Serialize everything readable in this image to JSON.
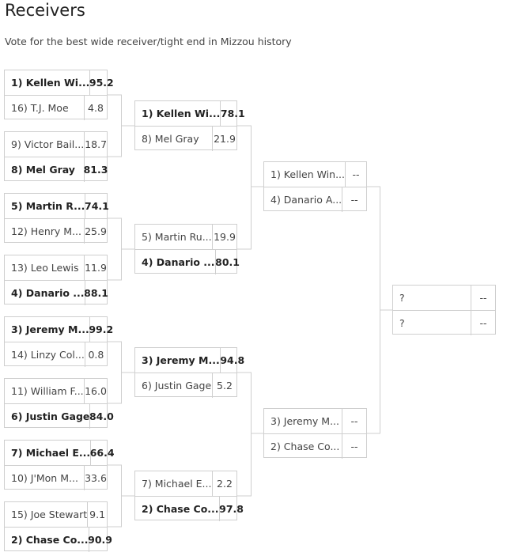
{
  "title": "Receivers",
  "subtitle": "Vote for the best wide receiver/tight end in Mizzou history",
  "colors": {
    "border": "#cfcfcf",
    "connector": "#cfcfcf",
    "text": "#333333"
  },
  "rounds": [
    {
      "matchups": [
        {
          "teams": [
            {
              "label": "1) Kellen Wi...",
              "score": "95.2",
              "winner": true
            },
            {
              "label": "16) T.J. Moe",
              "score": "4.8",
              "winner": false
            }
          ]
        },
        {
          "teams": [
            {
              "label": "9) Victor Bail...",
              "score": "18.7",
              "winner": false
            },
            {
              "label": "8) Mel Gray",
              "score": "81.3",
              "winner": true
            }
          ]
        },
        {
          "teams": [
            {
              "label": "5) Martin R...",
              "score": "74.1",
              "winner": true
            },
            {
              "label": "12) Henry M...",
              "score": "25.9",
              "winner": false
            }
          ]
        },
        {
          "teams": [
            {
              "label": "13) Leo Lewis",
              "score": "11.9",
              "winner": false
            },
            {
              "label": "4) Danario ...",
              "score": "88.1",
              "winner": true
            }
          ]
        },
        {
          "teams": [
            {
              "label": "3) Jeremy M...",
              "score": "99.2",
              "winner": true
            },
            {
              "label": "14) Linzy Col...",
              "score": "0.8",
              "winner": false
            }
          ]
        },
        {
          "teams": [
            {
              "label": "11) William F...",
              "score": "16.0",
              "winner": false
            },
            {
              "label": "6) Justin Gage",
              "score": "84.0",
              "winner": true
            }
          ]
        },
        {
          "teams": [
            {
              "label": "7) Michael E...",
              "score": "66.4",
              "winner": true
            },
            {
              "label": "10) J'Mon M...",
              "score": "33.6",
              "winner": false
            }
          ]
        },
        {
          "teams": [
            {
              "label": "15) Joe Stewart",
              "score": "9.1",
              "winner": false
            },
            {
              "label": "2) Chase Co...",
              "score": "90.9",
              "winner": true
            }
          ]
        }
      ]
    },
    {
      "matchups": [
        {
          "teams": [
            {
              "label": "1) Kellen Wi...",
              "score": "78.1",
              "winner": true
            },
            {
              "label": "8) Mel Gray",
              "score": "21.9",
              "winner": false
            }
          ]
        },
        {
          "teams": [
            {
              "label": "5) Martin Ru...",
              "score": "19.9",
              "winner": false
            },
            {
              "label": "4) Danario ...",
              "score": "80.1",
              "winner": true
            }
          ]
        },
        {
          "teams": [
            {
              "label": "3) Jeremy M...",
              "score": "94.8",
              "winner": true
            },
            {
              "label": "6) Justin Gage",
              "score": "5.2",
              "winner": false
            }
          ]
        },
        {
          "teams": [
            {
              "label": "7) Michael E...",
              "score": "2.2",
              "winner": false
            },
            {
              "label": "2) Chase Co...",
              "score": "97.8",
              "winner": true
            }
          ]
        }
      ]
    },
    {
      "matchups": [
        {
          "teams": [
            {
              "label": "1) Kellen Win...",
              "score": "--",
              "winner": false
            },
            {
              "label": "4) Danario A...",
              "score": "--",
              "winner": false
            }
          ]
        },
        {
          "teams": [
            {
              "label": "3) Jeremy M...",
              "score": "--",
              "winner": false
            },
            {
              "label": "2) Chase Co...",
              "score": "--",
              "winner": false
            }
          ]
        }
      ]
    },
    {
      "matchups": [
        {
          "teams": [
            {
              "label": "?",
              "score": "--",
              "winner": false
            },
            {
              "label": "?",
              "score": "--",
              "winner": false
            }
          ]
        }
      ]
    }
  ]
}
